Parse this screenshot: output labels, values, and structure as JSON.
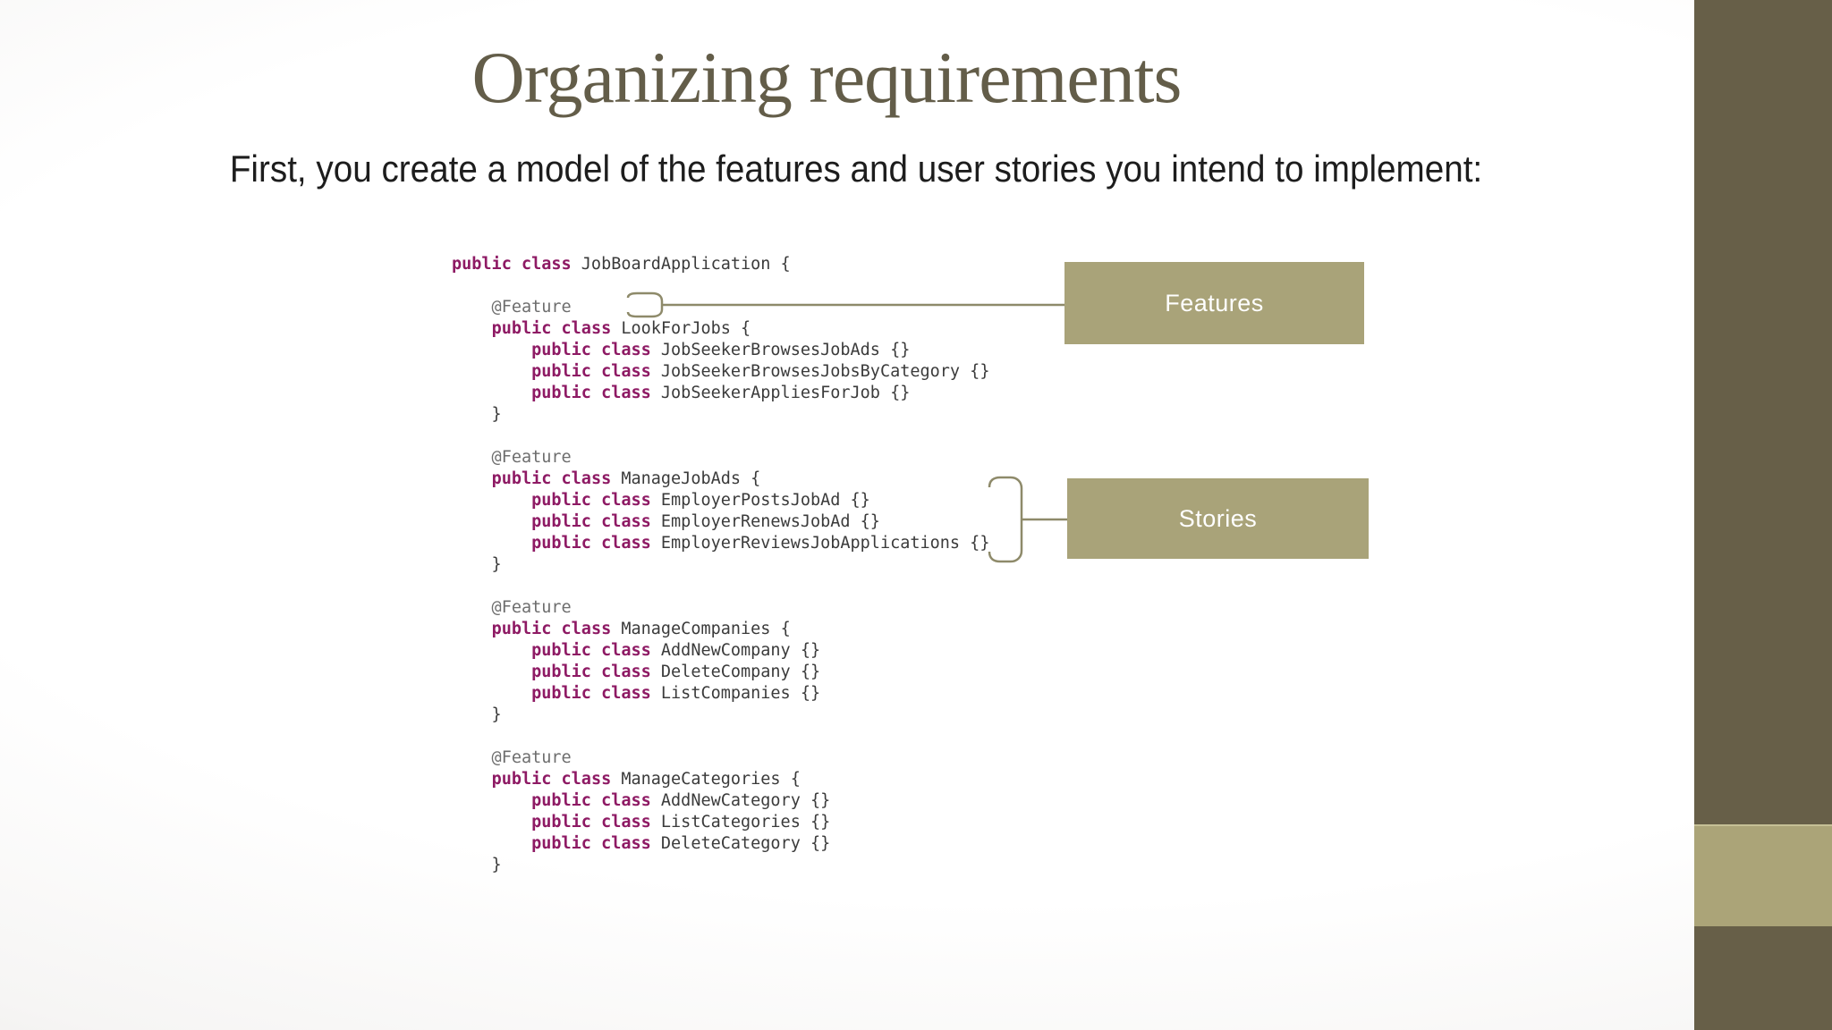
{
  "slide": {
    "title": "Organizing requirements",
    "subtitle": "First, you create a model of the features and user stories you intend to implement:"
  },
  "callouts": {
    "features_label": "Features",
    "stories_label": "Stories"
  },
  "colors": {
    "accent_box": "#a9a379",
    "sidebar_bar": "#675f48",
    "sidebar_accent_block": "#aba478",
    "title_text": "#635d49",
    "connector_line": "#8e8a6a",
    "code_keyword": "#8e1a64",
    "code_annotation": "#6e6e6e",
    "code_class_name": "#3b3b3b"
  },
  "code": {
    "lines": [
      [
        {
          "t": "k",
          "s": "public class"
        },
        {
          "t": "n",
          "s": " JobBoardApplication {"
        }
      ],
      [],
      [
        {
          "t": "a",
          "s": "    @Feature"
        }
      ],
      [
        {
          "t": "p",
          "s": "    "
        },
        {
          "t": "k",
          "s": "public class"
        },
        {
          "t": "n",
          "s": " LookForJobs {"
        }
      ],
      [
        {
          "t": "p",
          "s": "        "
        },
        {
          "t": "k",
          "s": "public class"
        },
        {
          "t": "n",
          "s": " JobSeekerBrowsesJobAds {}"
        }
      ],
      [
        {
          "t": "p",
          "s": "        "
        },
        {
          "t": "k",
          "s": "public class"
        },
        {
          "t": "n",
          "s": " JobSeekerBrowsesJobsByCategory {}"
        }
      ],
      [
        {
          "t": "p",
          "s": "        "
        },
        {
          "t": "k",
          "s": "public class"
        },
        {
          "t": "n",
          "s": " JobSeekerAppliesForJob {}"
        }
      ],
      [
        {
          "t": "n",
          "s": "    }"
        }
      ],
      [],
      [
        {
          "t": "a",
          "s": "    @Feature"
        }
      ],
      [
        {
          "t": "p",
          "s": "    "
        },
        {
          "t": "k",
          "s": "public class"
        },
        {
          "t": "n",
          "s": " ManageJobAds {"
        }
      ],
      [
        {
          "t": "p",
          "s": "        "
        },
        {
          "t": "k",
          "s": "public class"
        },
        {
          "t": "n",
          "s": " EmployerPostsJobAd {}"
        }
      ],
      [
        {
          "t": "p",
          "s": "        "
        },
        {
          "t": "k",
          "s": "public class"
        },
        {
          "t": "n",
          "s": " EmployerRenewsJobAd {}"
        }
      ],
      [
        {
          "t": "p",
          "s": "        "
        },
        {
          "t": "k",
          "s": "public class"
        },
        {
          "t": "n",
          "s": " EmployerReviewsJobApplications {}"
        }
      ],
      [
        {
          "t": "n",
          "s": "    }"
        }
      ],
      [],
      [
        {
          "t": "a",
          "s": "    @Feature"
        }
      ],
      [
        {
          "t": "p",
          "s": "    "
        },
        {
          "t": "k",
          "s": "public class"
        },
        {
          "t": "n",
          "s": " ManageCompanies {"
        }
      ],
      [
        {
          "t": "p",
          "s": "        "
        },
        {
          "t": "k",
          "s": "public class"
        },
        {
          "t": "n",
          "s": " AddNewCompany {}"
        }
      ],
      [
        {
          "t": "p",
          "s": "        "
        },
        {
          "t": "k",
          "s": "public class"
        },
        {
          "t": "n",
          "s": " DeleteCompany {}"
        }
      ],
      [
        {
          "t": "p",
          "s": "        "
        },
        {
          "t": "k",
          "s": "public class"
        },
        {
          "t": "n",
          "s": " ListCompanies {}"
        }
      ],
      [
        {
          "t": "n",
          "s": "    }"
        }
      ],
      [],
      [
        {
          "t": "a",
          "s": "    @Feature"
        }
      ],
      [
        {
          "t": "p",
          "s": "    "
        },
        {
          "t": "k",
          "s": "public class"
        },
        {
          "t": "n",
          "s": " ManageCategories {"
        }
      ],
      [
        {
          "t": "p",
          "s": "        "
        },
        {
          "t": "k",
          "s": "public class"
        },
        {
          "t": "n",
          "s": " AddNewCategory {}"
        }
      ],
      [
        {
          "t": "p",
          "s": "        "
        },
        {
          "t": "k",
          "s": "public class"
        },
        {
          "t": "n",
          "s": " ListCategories {}"
        }
      ],
      [
        {
          "t": "p",
          "s": "        "
        },
        {
          "t": "k",
          "s": "public class"
        },
        {
          "t": "n",
          "s": " DeleteCategory {}"
        }
      ],
      [
        {
          "t": "n",
          "s": "    }"
        }
      ]
    ]
  }
}
